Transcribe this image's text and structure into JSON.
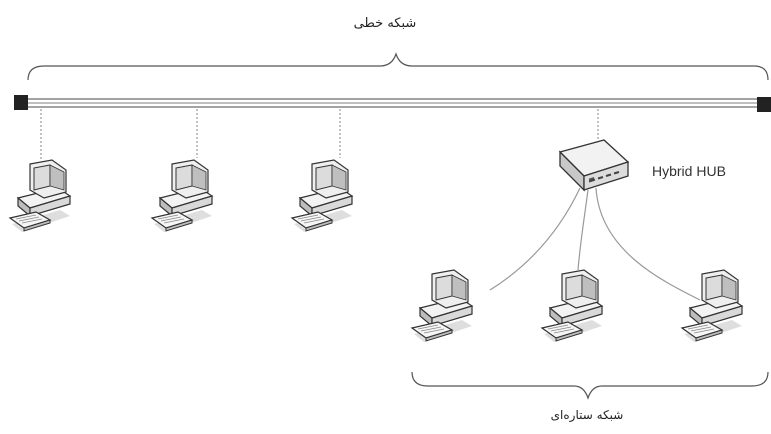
{
  "labels": {
    "bus_network": "شبکه خطی",
    "hub": "Hybrid HUB",
    "star_network": "شبکه ستاره‌ای"
  },
  "icons": {
    "computer": "desktop-computer-icon",
    "hub": "network-hub-icon",
    "terminator": "bus-terminator-icon"
  },
  "colors": {
    "line": "#555555",
    "cable": "#999999",
    "outline": "#333333",
    "screen": "#dddddd",
    "terminator": "#222222"
  },
  "topology": {
    "bus_computers": 3,
    "star_computers": 3
  }
}
